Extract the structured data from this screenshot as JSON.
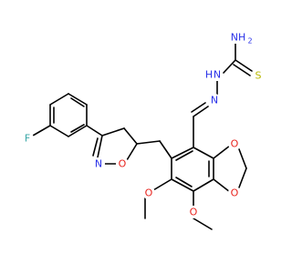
{
  "atoms": {
    "F": {
      "label": "F",
      "color": "#3aa7a7"
    },
    "N_isox": {
      "label": "N",
      "color": "#2a32e8"
    },
    "O_isox": {
      "label": "O",
      "color": "#e8231d"
    },
    "O_diox_top": {
      "label": "O",
      "color": "#e8231d"
    },
    "O_diox_bot": {
      "label": "O",
      "color": "#e8231d"
    },
    "O_ome1": {
      "label": "O",
      "color": "#e8231d"
    },
    "O_ome2": {
      "label": "O",
      "color": "#e8231d"
    },
    "N_imine": {
      "label": "N",
      "color": "#2a32e8"
    },
    "NH": {
      "label": "N",
      "h": "H",
      "color": "#2a32e8"
    },
    "NH2": {
      "label": "NH",
      "sub": "2",
      "color": "#2a32e8"
    },
    "S": {
      "label": "S",
      "color": "#b8b800"
    }
  }
}
